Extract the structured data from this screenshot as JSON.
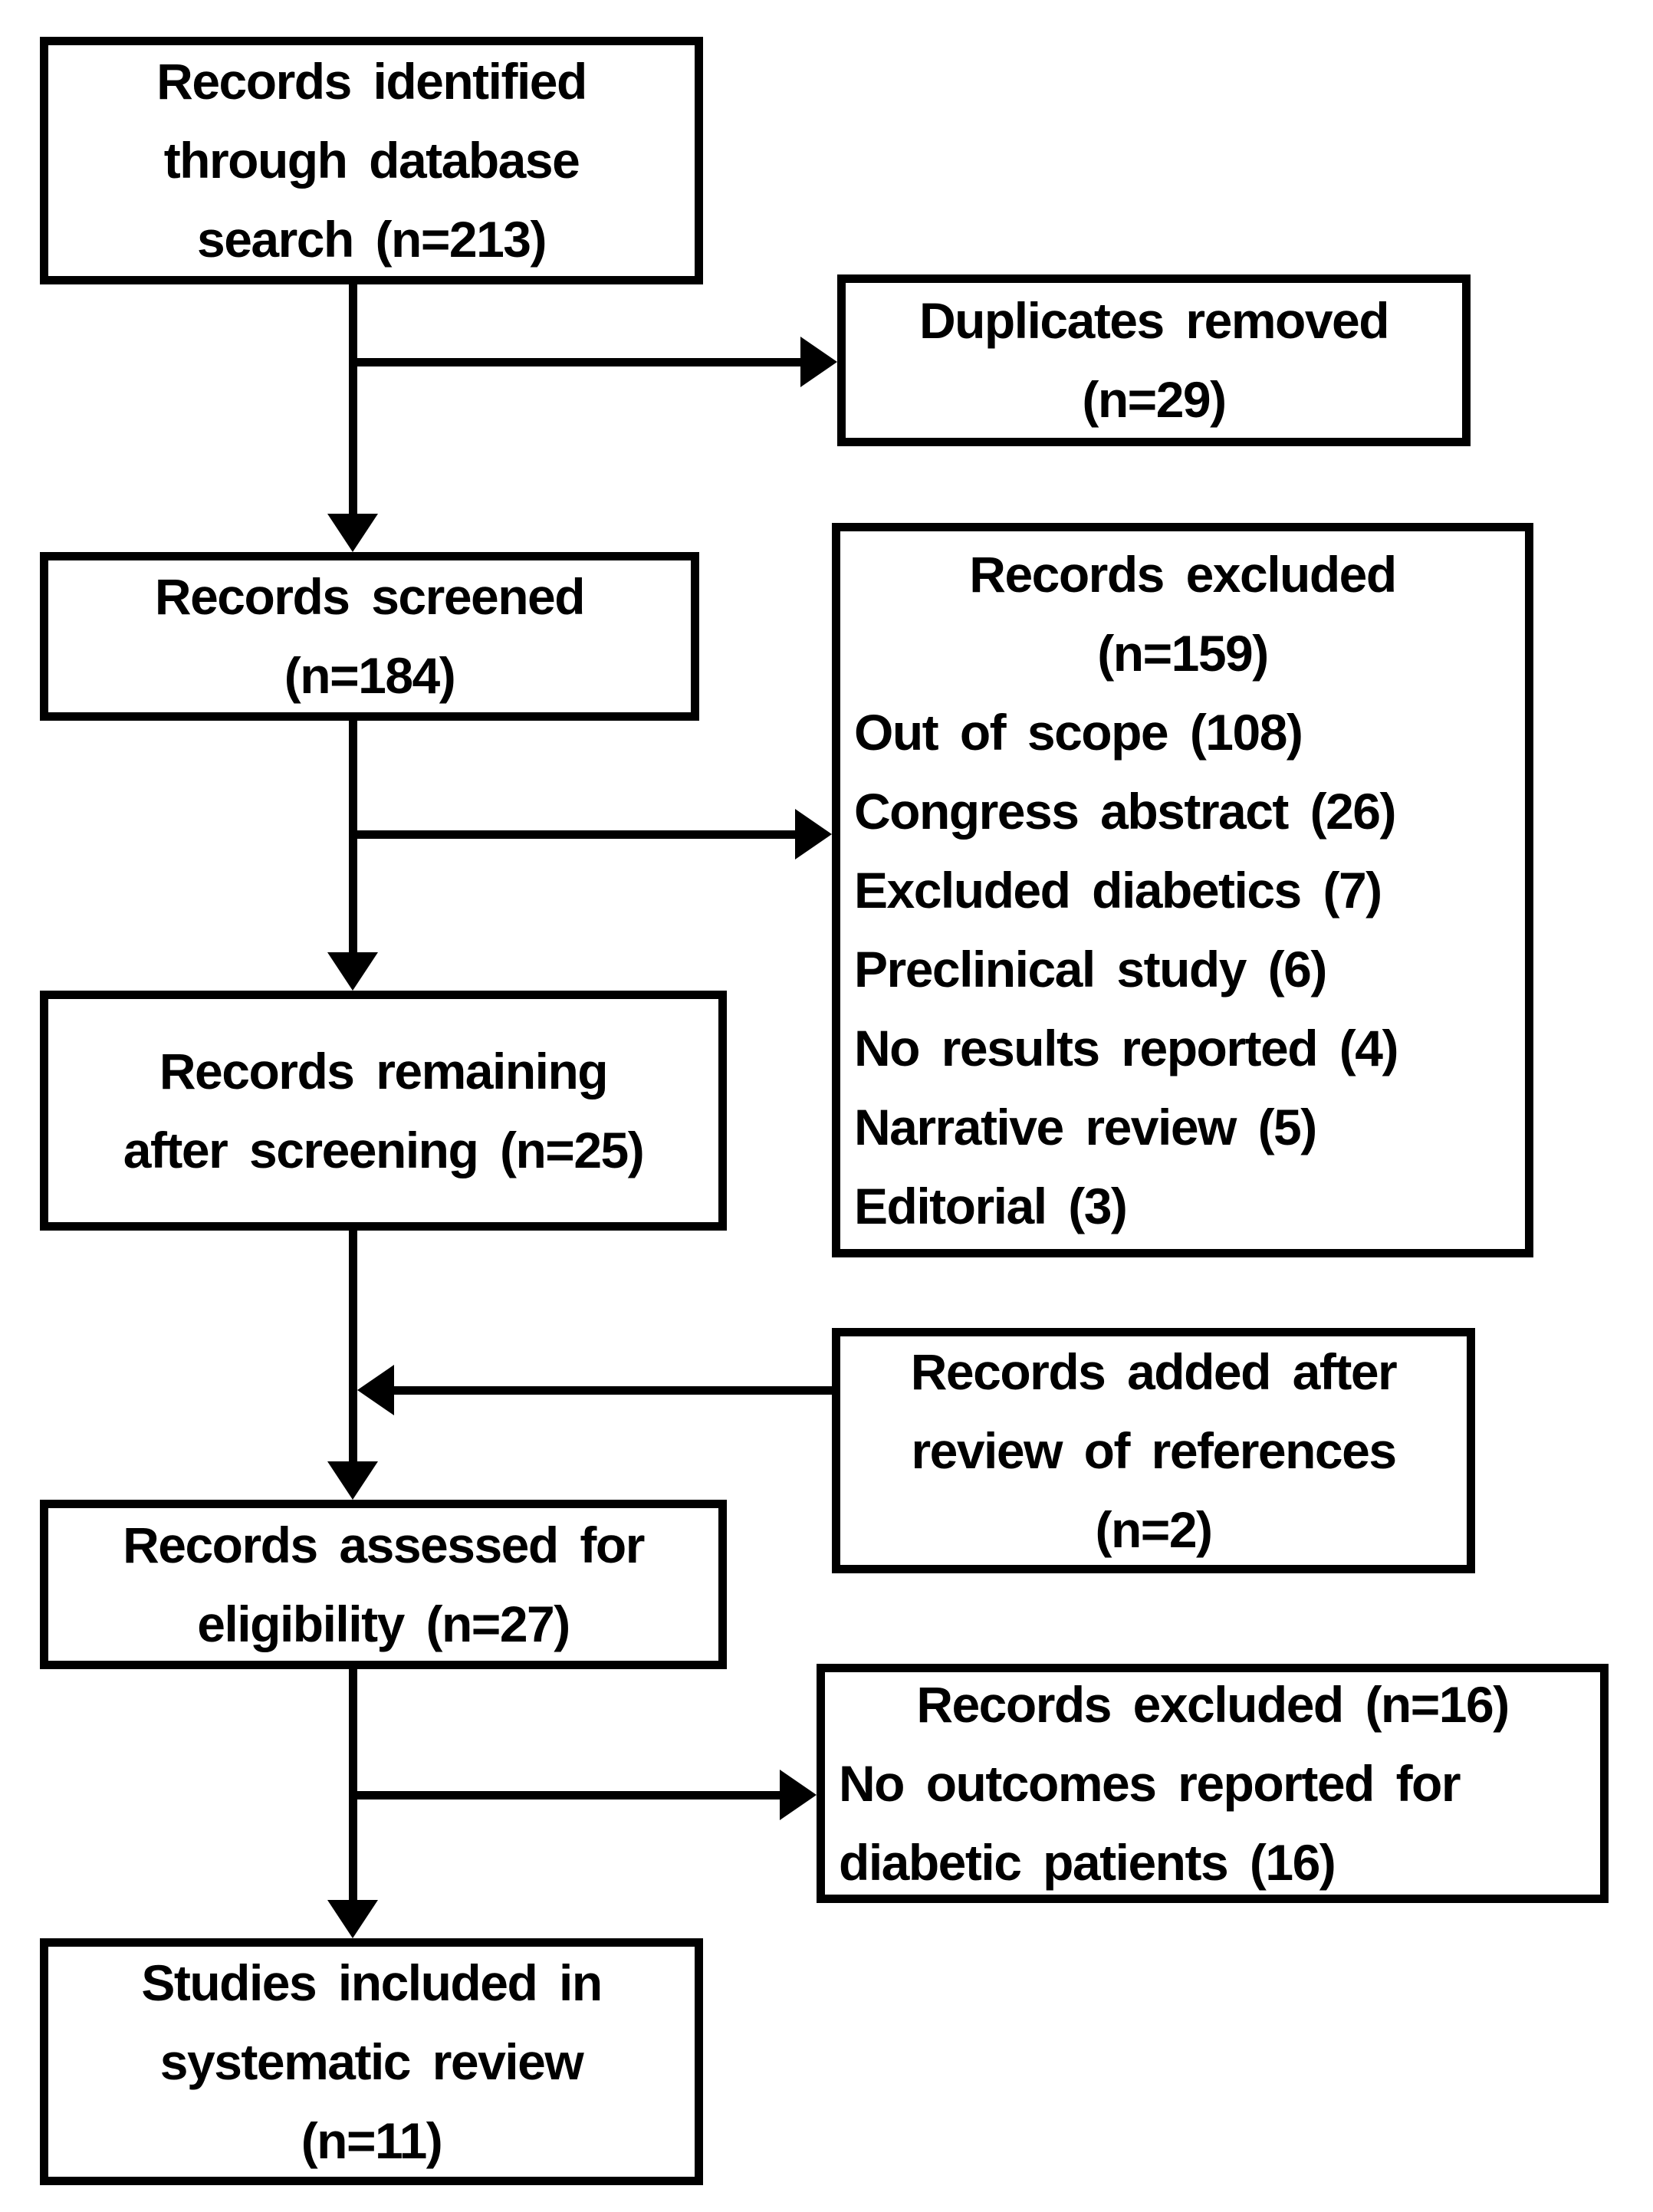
{
  "figure": {
    "type": "flowchart",
    "background": "#ffffff",
    "line_color": "#000000",
    "boxes": {
      "identified": {
        "lines": [
          "Records identified",
          "through database",
          "search (n=213)"
        ]
      },
      "duplicates": {
        "lines": [
          "Duplicates removed",
          "(n=29)"
        ]
      },
      "screened": {
        "lines": [
          "Records screened",
          "(n=184)"
        ]
      },
      "excluded_screening": {
        "header": [
          "Records excluded",
          "(n=159)"
        ],
        "reasons": [
          "Out of scope (108)",
          "Congress abstract (26)",
          "Excluded diabetics (7)",
          "Preclinical study (6)",
          "No results reported (4)",
          "Narrative review (5)",
          "Editorial (3)"
        ]
      },
      "remaining": {
        "lines": [
          "Records remaining",
          "after screening (n=25)"
        ]
      },
      "added": {
        "lines": [
          "Records added after",
          "review of references",
          "(n=2)"
        ]
      },
      "assessed": {
        "lines": [
          "Records assessed for",
          "eligibility (n=27)"
        ]
      },
      "excluded_eligibility": {
        "header": [
          "Records excluded (n=16)"
        ],
        "reasons": [
          "No outcomes reported for",
          "diabetic patients (16)"
        ]
      },
      "included": {
        "lines": [
          "Studies included in",
          "systematic review",
          "(n=11)"
        ]
      }
    }
  }
}
